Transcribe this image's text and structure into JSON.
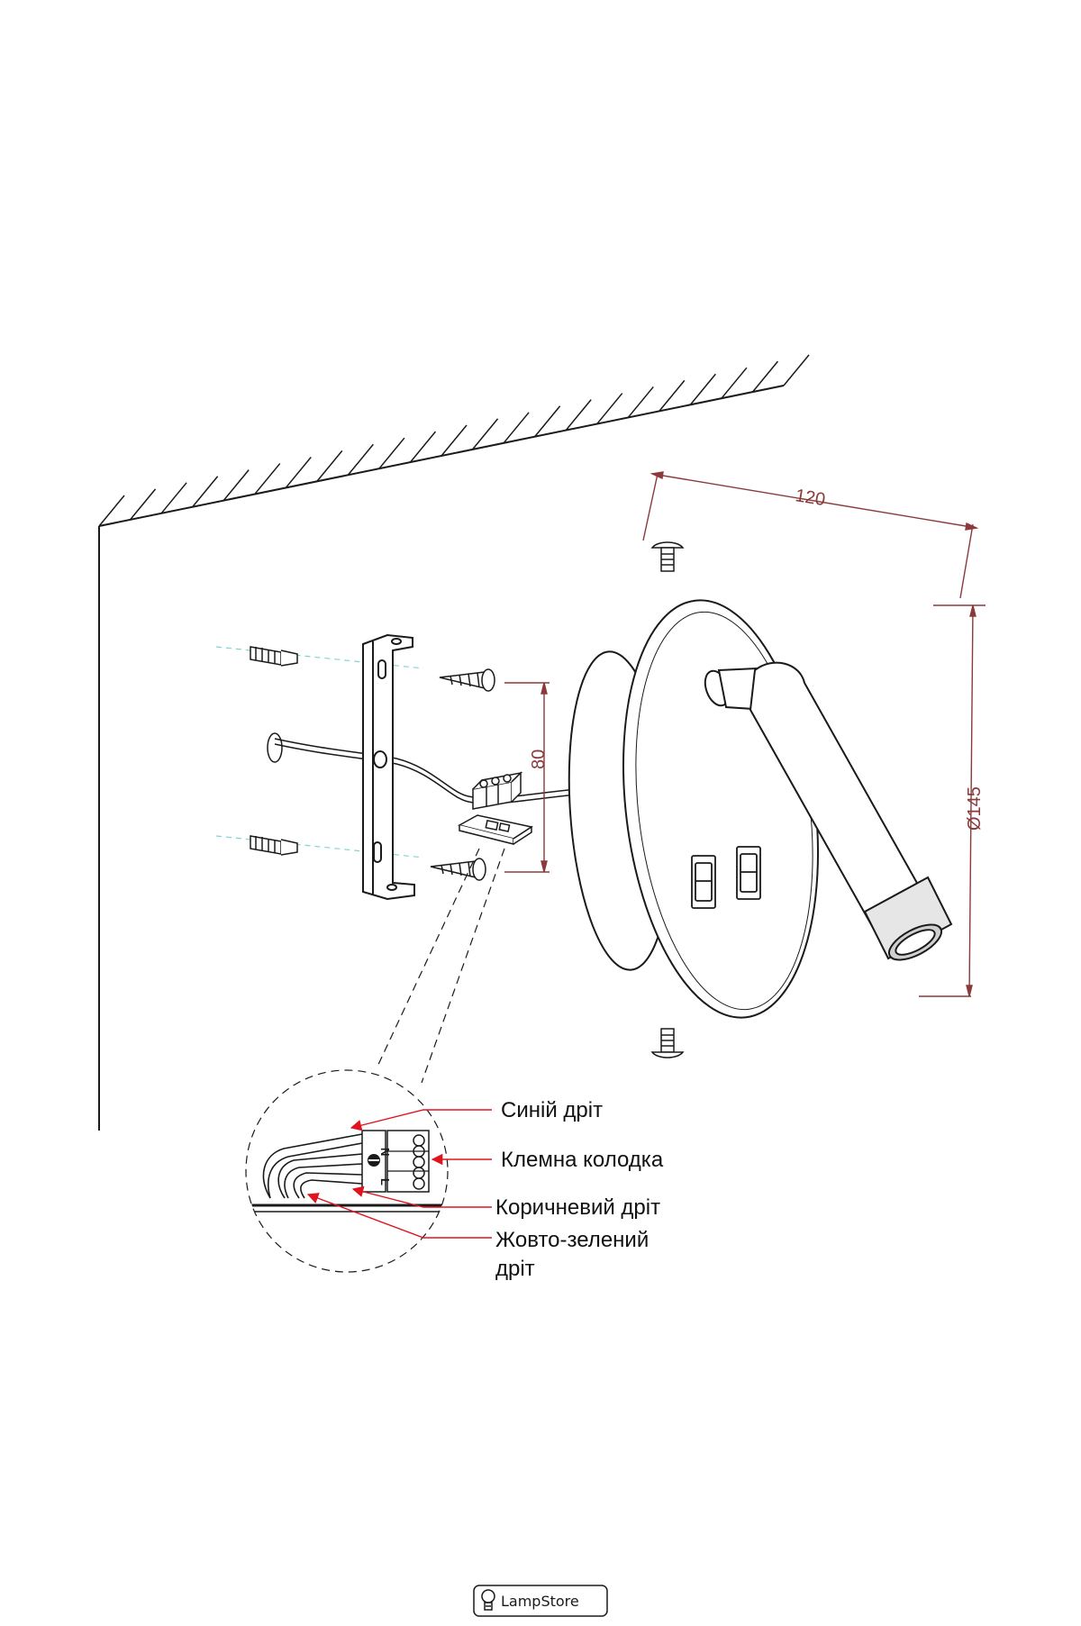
{
  "dimensions": {
    "width_label": "120",
    "diameter_label": "Ø145",
    "spacing_label": "80"
  },
  "terminal": {
    "letters": [
      "N",
      "L"
    ]
  },
  "callouts": {
    "blue_wire": "Синій дріт",
    "terminal_block": "Клемна колодка",
    "brown_wire": "Коричневий дріт",
    "ground_wire_line1": "Жовто-зелений",
    "ground_wire_line2": "дріт"
  },
  "brand": {
    "logo": "LampStore"
  },
  "colors": {
    "line": "#1a1a1a",
    "dimension": "#8a3a3a",
    "callout_arrow": "#e0141e",
    "guide": "#7fd4d0"
  }
}
